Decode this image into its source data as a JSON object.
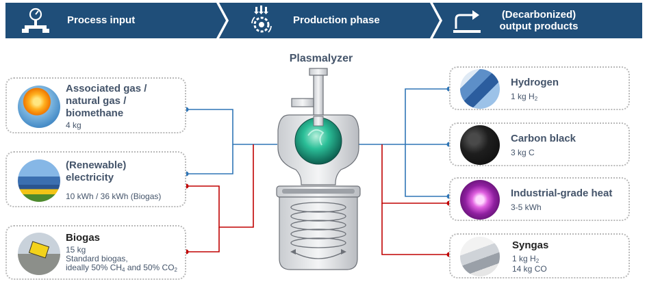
{
  "header": {
    "steps": [
      {
        "label": "Process input",
        "icon": "pressure-gauge-icon"
      },
      {
        "label": "Production phase",
        "icon": "gear-process-icon"
      },
      {
        "label_line1": "(Decarbonized)",
        "label_line2": "output products",
        "icon": "output-arrow-icon"
      }
    ]
  },
  "center": {
    "title": "Plasmalyzer"
  },
  "inputs": [
    {
      "title_lines": [
        "Associated gas /",
        "natural gas /",
        "biomethane"
      ],
      "amount": "4 kg",
      "image": "gas-flare-image"
    },
    {
      "title_lines": [
        "(Renewable)",
        "electricity"
      ],
      "amount": "10 kWh / 36 kWh (Biogas)",
      "image": "solar-wind-image"
    },
    {
      "title": "Biogas",
      "amount": "15 kg",
      "detail_line1": "Standard biogas,",
      "detail_line2_a": "ideally 50% CH",
      "detail_sub_a": "4",
      "detail_line2_b": " and 50% CO",
      "detail_sub_b": "2",
      "image": "biogas-sign-image"
    }
  ],
  "outputs": [
    {
      "title": "Hydrogen",
      "amount_main": "1 kg H",
      "amount_sub": "2",
      "image": "hydrogen-lab-image"
    },
    {
      "title": "Carbon black",
      "amount": "3 kg C",
      "image": "carbon-black-image"
    },
    {
      "title": "Industrial-grade heat",
      "amount": "3-5 kWh",
      "image": "plasma-heat-image"
    },
    {
      "title": "Syngas",
      "amount_main": "1 kg H",
      "amount_sub": "2",
      "amount2": "14 kg CO",
      "image": "syngas-pipe-image"
    }
  ],
  "colors": {
    "header_bg": "#1f4e79",
    "blue_line": "#2e75b6",
    "red_line": "#c00000",
    "text": "#44546a",
    "reactor_green": "#1fae8f"
  }
}
